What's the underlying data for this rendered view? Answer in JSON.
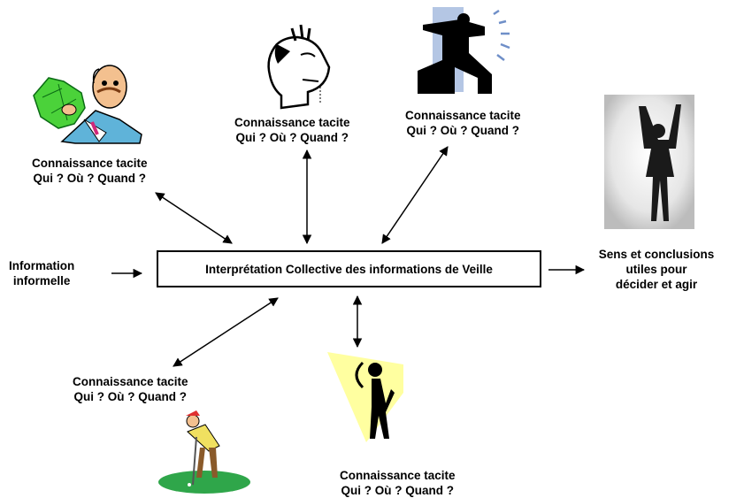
{
  "central": {
    "label": "Interprétation Collective des informations de Veille"
  },
  "left_input": {
    "line1": "Information",
    "line2": "informelle"
  },
  "output": {
    "line1": "Sens et conclusions",
    "line2": "utiles pour",
    "line3": "décider et agir"
  },
  "tacit_nodes": [
    {
      "line1": "Connaissance tacite",
      "line2": "Qui ? Où ? Quand ?",
      "icon": "businessman-holding-money-icon"
    },
    {
      "line1": "Connaissance tacite",
      "line2": "Qui ? Où ? Quand ?",
      "icon": "stressed-man-icon"
    },
    {
      "line1": "Connaissance tacite",
      "line2": "Qui ? Où ? Quand ?",
      "icon": "pointing-man-icon"
    },
    {
      "line1": "Connaissance tacite",
      "line2": "Qui ? Où ? Quand ?",
      "icon": "golfer-icon"
    },
    {
      "line1": "Connaissance tacite",
      "line2": "Qui ? Où ? Quand ?",
      "icon": "thinker-silhouette-icon"
    }
  ],
  "colors": {
    "spotlight_yellow": "#ffffa0",
    "window_blue": "#b4c6e4",
    "grass_green": "#2fa64a"
  }
}
